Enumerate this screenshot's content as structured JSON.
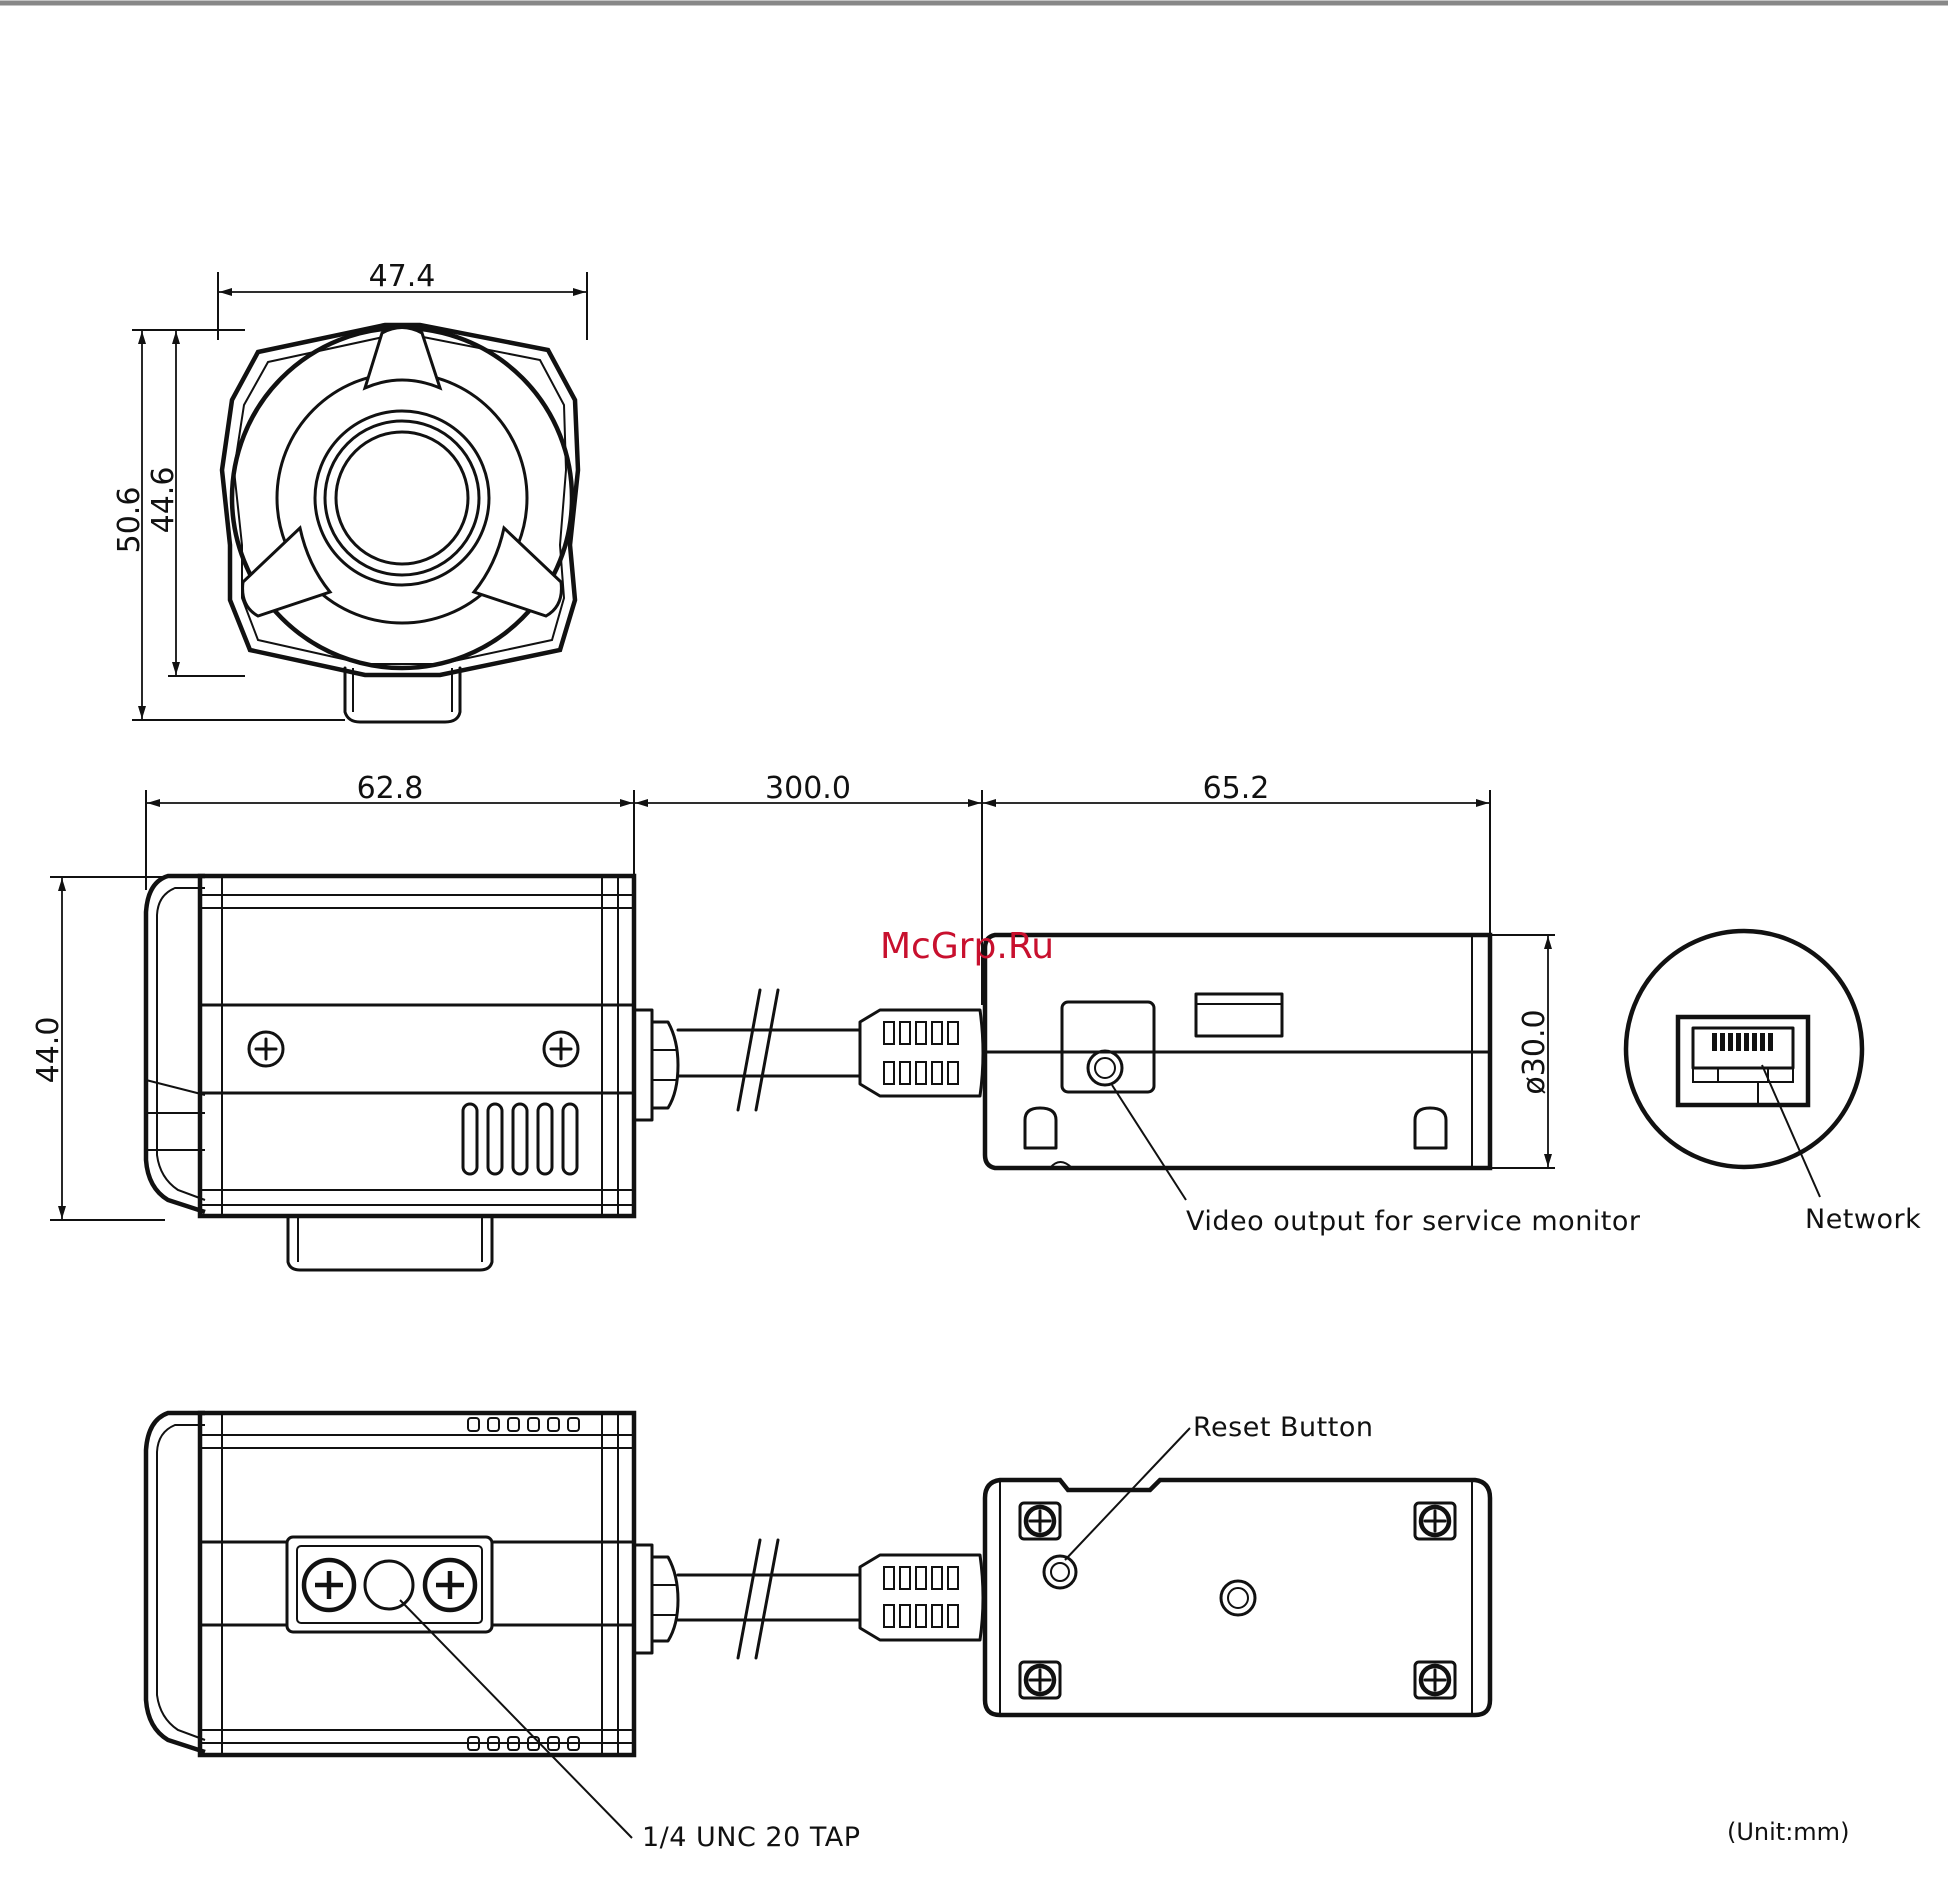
{
  "watermark": "McGrp.Ru",
  "front_view": {
    "width": "47.4",
    "height_outer": "50.6",
    "height_inner": "44.6"
  },
  "side_view": {
    "camera_length": "62.8",
    "cable_length": "300.0",
    "box_length": "65.2",
    "camera_height": "44.0",
    "box_diameter": "ø30.0"
  },
  "labels": {
    "video_output": "Video output for service monitor",
    "network": "Network",
    "reset_button": "Reset Button",
    "tripod_tap": "1/4 UNC 20 TAP",
    "unit": "(Unit:mm)"
  }
}
